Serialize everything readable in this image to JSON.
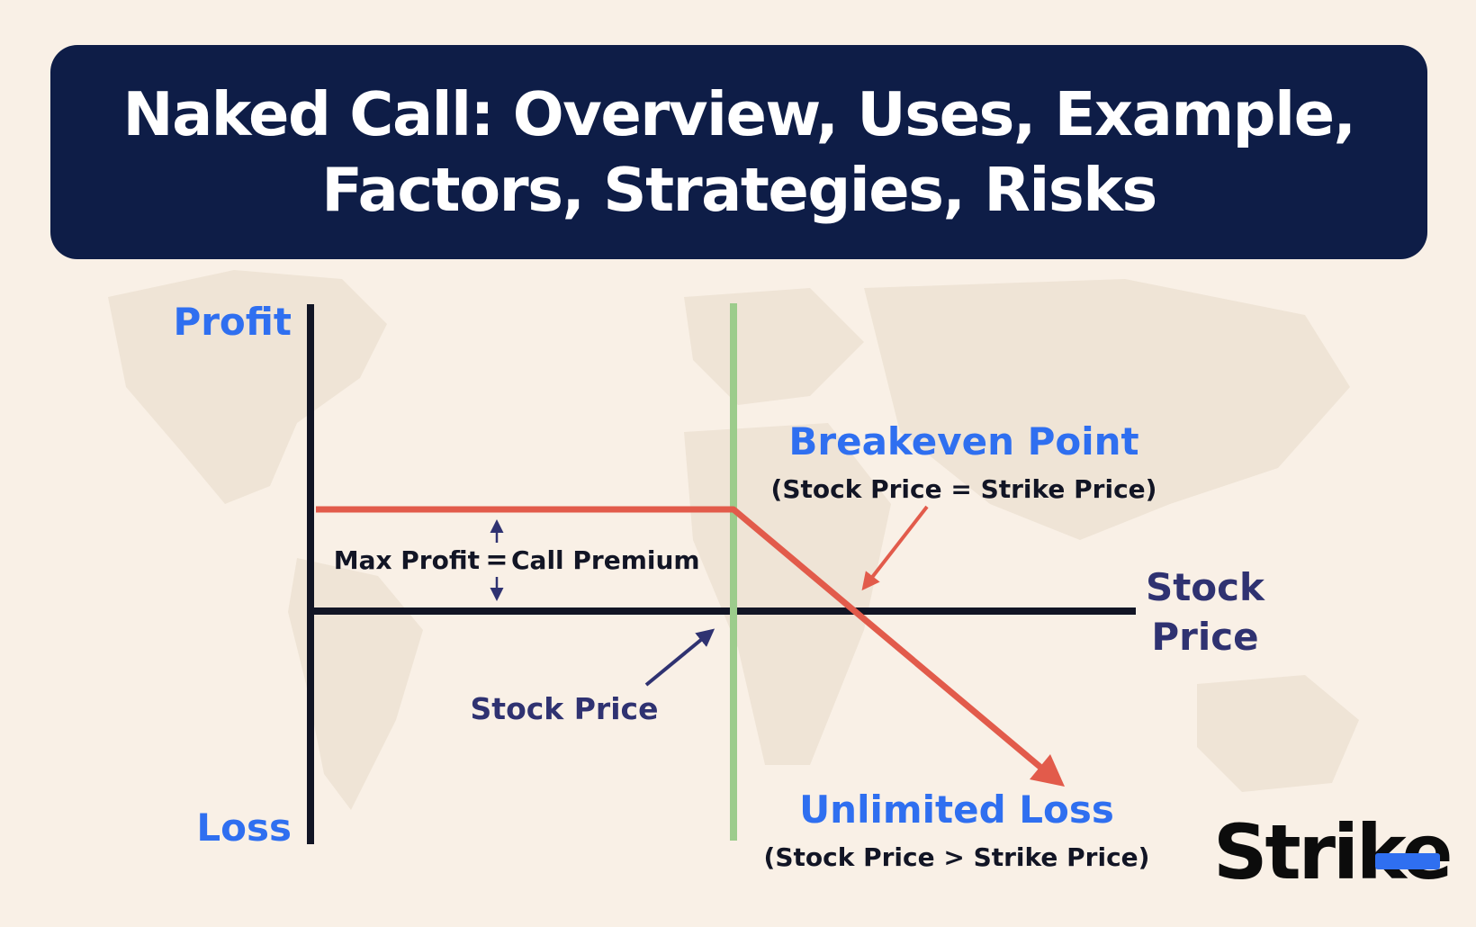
{
  "title": "Naked Call: Overview, Uses, Example,\nFactors, Strategies, Risks",
  "axis": {
    "profit_label": "Profit",
    "loss_label": "Loss",
    "stock_price_axis_line1": "Stock",
    "stock_price_axis_line2": "Price"
  },
  "annotations": {
    "breakeven_title": "Breakeven Point",
    "breakeven_sub": "(Stock Price = Strike Price)",
    "max_profit_left": "Max Profit",
    "max_profit_right": "Call Premium",
    "stock_price_pointer": "Stock Price",
    "unlimited_loss_title": "Unlimited Loss",
    "unlimited_loss_sub": "(Stock Price > Strike Price)"
  },
  "brand": {
    "logo_text": "Strike"
  },
  "colors": {
    "background": "#f9f0e6",
    "banner": "#0e1d47",
    "accent_blue": "#2f6ff0",
    "navy_text": "#2f3271",
    "payoff_line": "#e25b4b",
    "strike_line": "#9ccc8c",
    "axis": "#121525"
  }
}
